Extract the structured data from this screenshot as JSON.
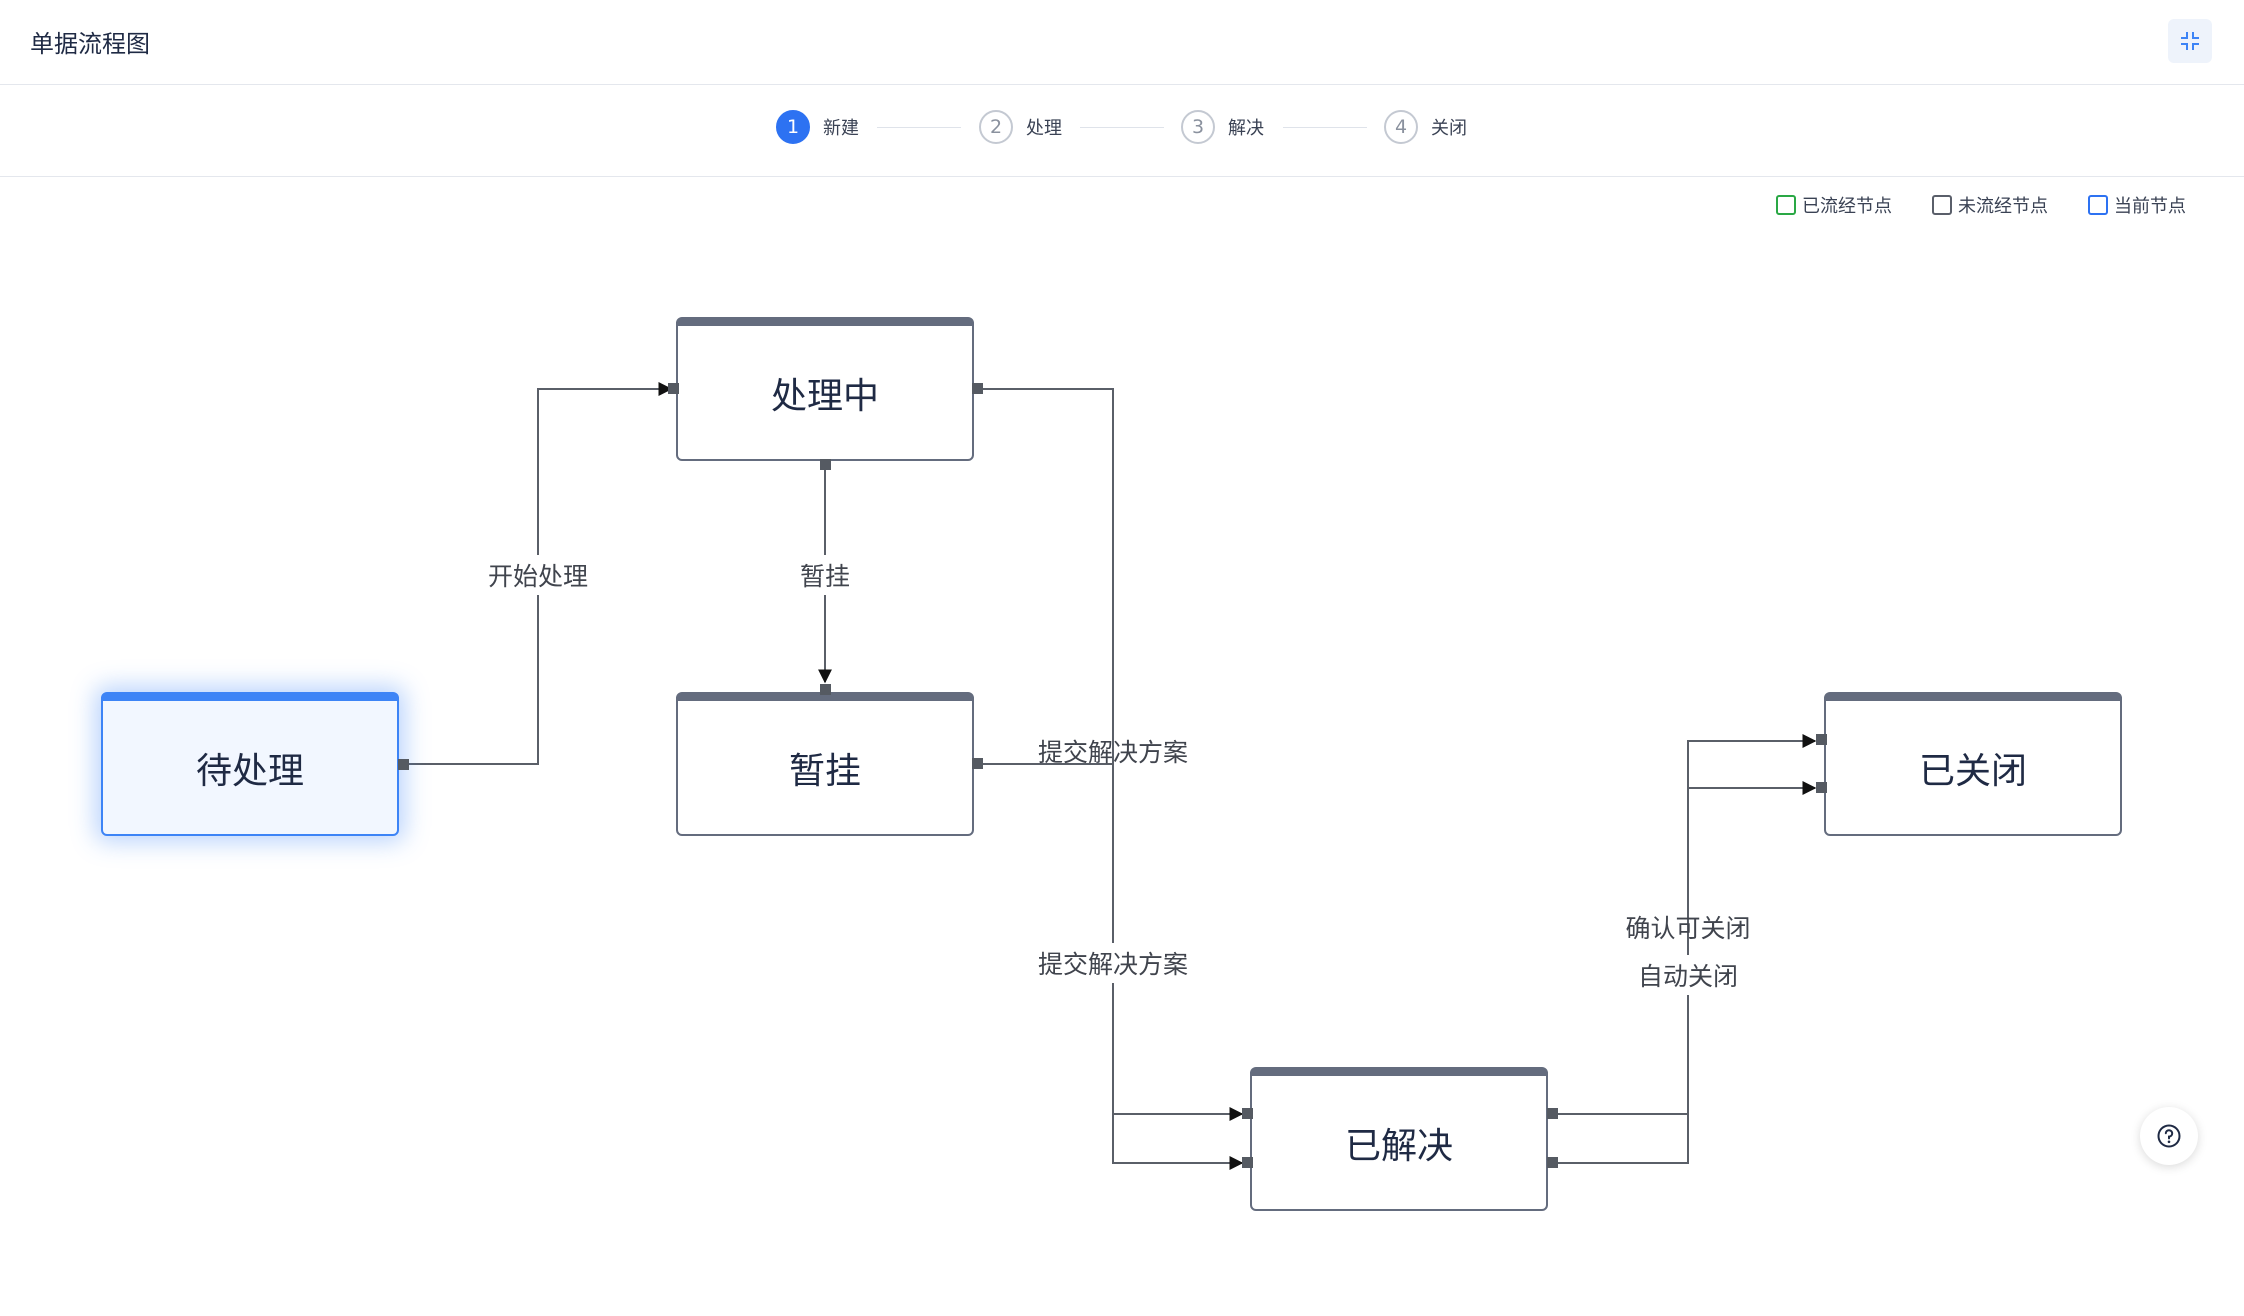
{
  "header": {
    "title": "单据流程图",
    "collapse_icon": "collapse-icon"
  },
  "steps": [
    {
      "number": "1",
      "label": "新建",
      "status": "active"
    },
    {
      "number": "2",
      "label": "处理",
      "status": "pending"
    },
    {
      "number": "3",
      "label": "解决",
      "status": "pending"
    },
    {
      "number": "4",
      "label": "关闭",
      "status": "pending"
    }
  ],
  "legend": [
    {
      "label": "已流经节点",
      "color": "#2aa845"
    },
    {
      "label": "未流经节点",
      "color": "#5a5f6a"
    },
    {
      "label": "当前节点",
      "color": "#2d72f2"
    }
  ],
  "nodes": {
    "pending": {
      "label": "待处理",
      "state": "current"
    },
    "processing": {
      "label": "处理中",
      "state": "not-passed"
    },
    "suspended": {
      "label": "暂挂",
      "state": "not-passed"
    },
    "resolved": {
      "label": "已解决",
      "state": "not-passed"
    },
    "closed": {
      "label": "已关闭",
      "state": "not-passed"
    }
  },
  "edges": {
    "start_processing": "开始处理",
    "suspend": "暂挂",
    "submit_solution_from_processing": "提交解决方案",
    "submit_solution_from_suspended": "提交解决方案",
    "confirm_close": "确认可关闭",
    "auto_close": "自动关闭"
  },
  "help": {
    "icon": "help-icon"
  }
}
